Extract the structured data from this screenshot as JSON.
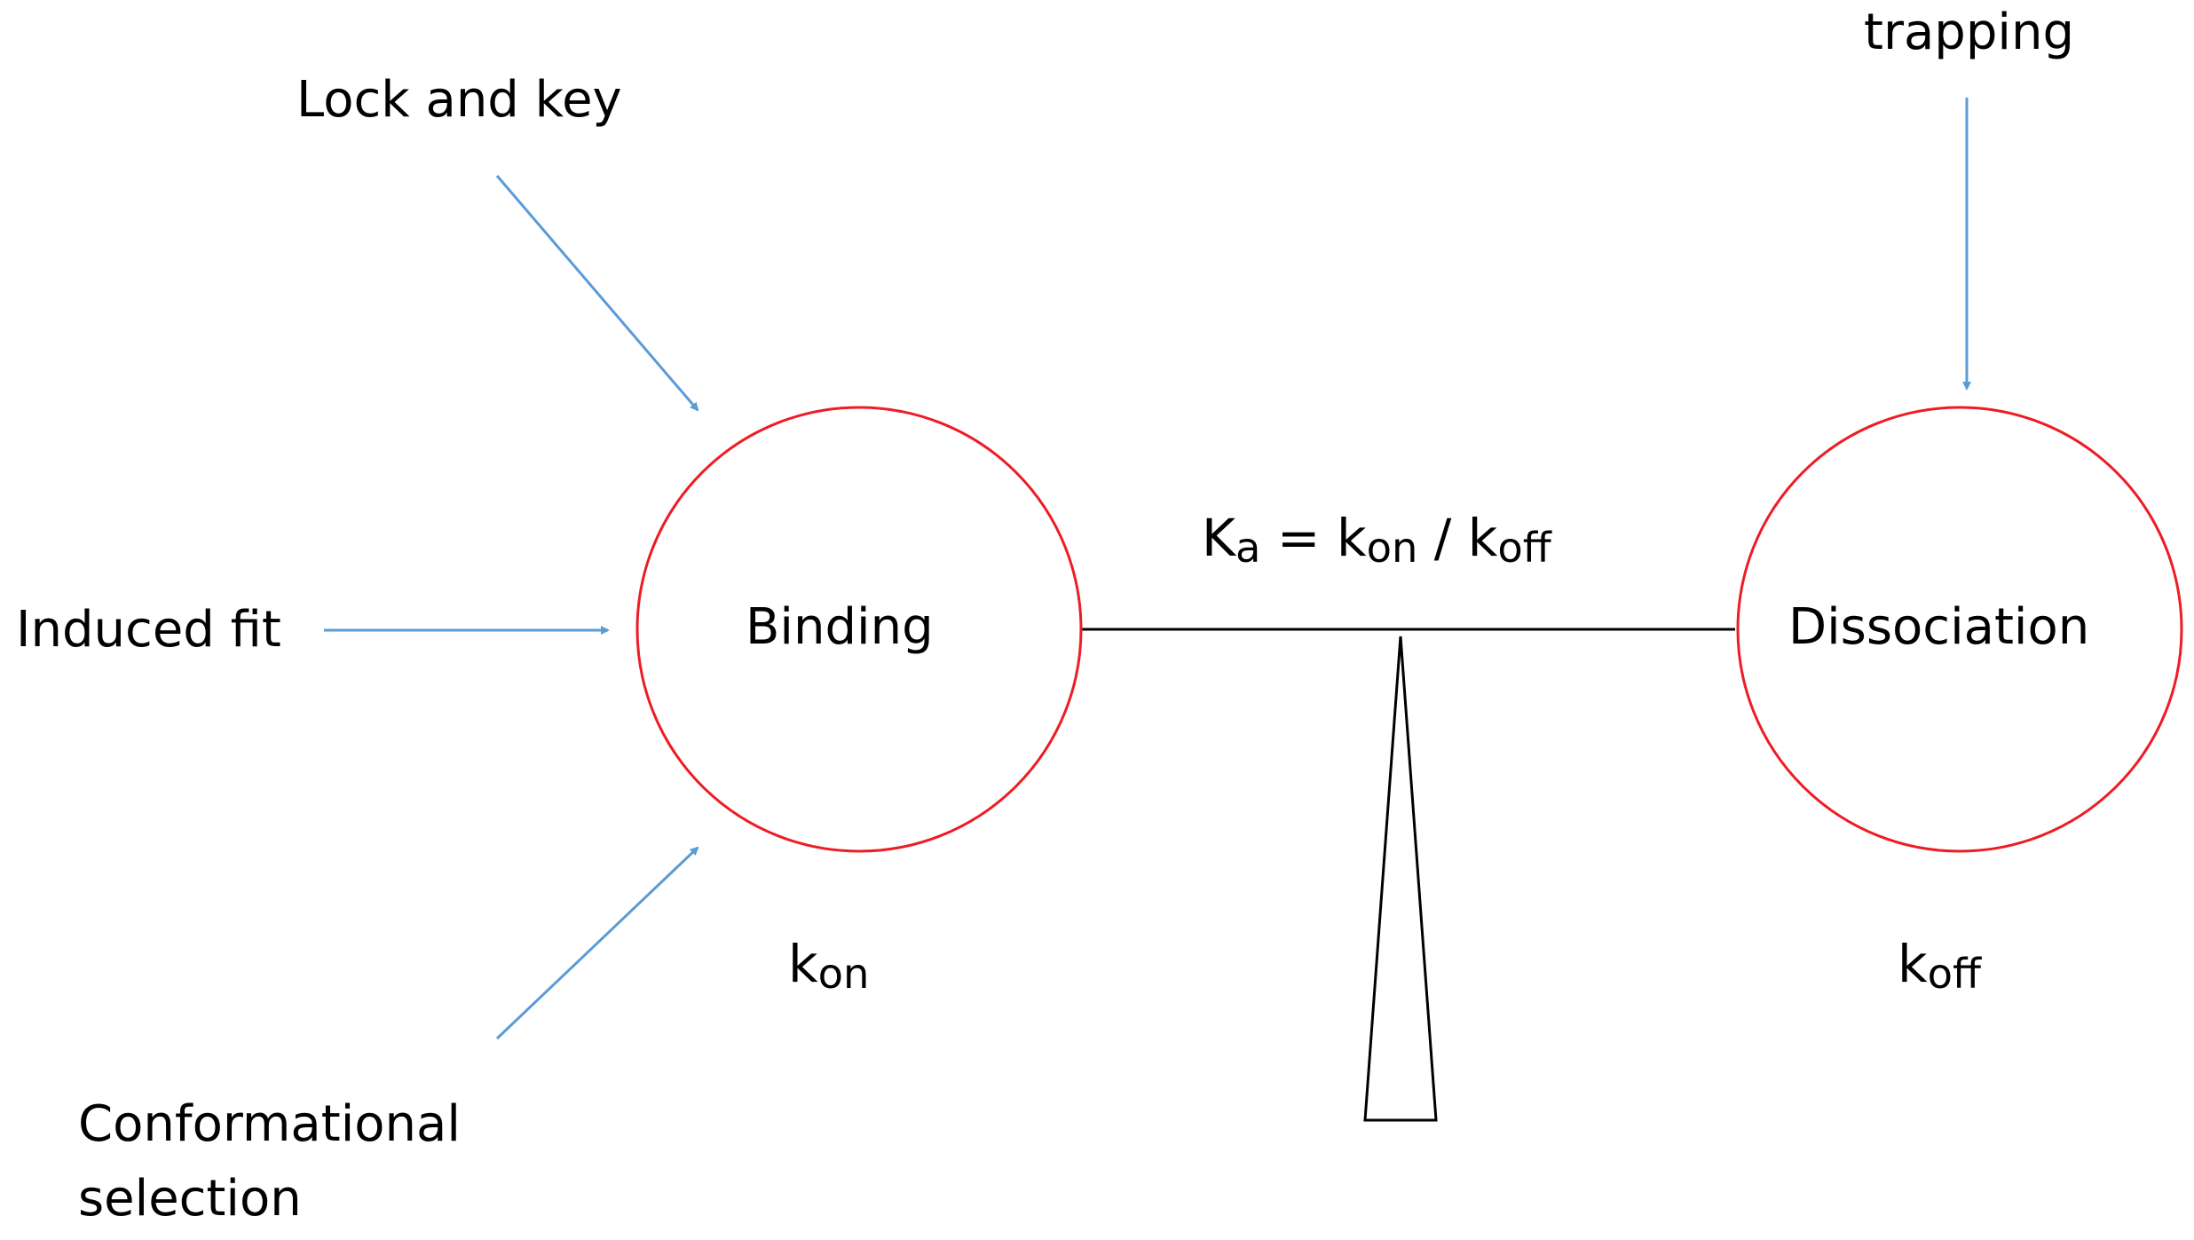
{
  "nodes": {
    "binding": {
      "label": "Binding",
      "rate": {
        "base": "k",
        "sub": "on"
      }
    },
    "dissociation": {
      "label": "Dissociation",
      "rate": {
        "base": "k",
        "sub": "off"
      }
    }
  },
  "inputs": {
    "lock_and_key": "Lock and key",
    "induced_fit": "Induced fit",
    "conformational_line1": "Conformational",
    "conformational_line2": "selection",
    "trapping": "trapping"
  },
  "equation": {
    "lhs_base": "K",
    "lhs_sub": "a",
    "eq": " = ",
    "num_base": "k",
    "num_sub": "on",
    "div": " / ",
    "den_base": "k",
    "den_sub": "off"
  },
  "colors": {
    "node_stroke": "#ee1c24",
    "arrow": "#5b9bd5",
    "balance": "#000000"
  }
}
